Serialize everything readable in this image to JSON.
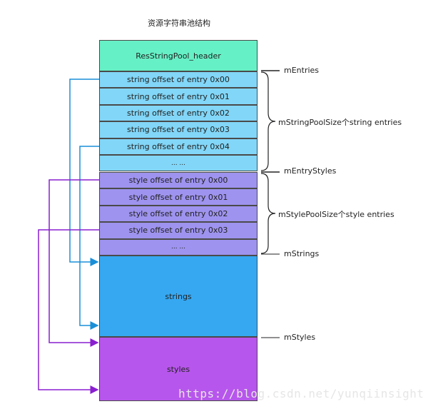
{
  "title": "资源字符串池结构",
  "blocks": {
    "header": "ResStringPool_header",
    "string_entries": [
      "string offset of entry 0x00",
      "string offset of entry 0x01",
      "string offset of entry 0x02",
      "string offset of entry 0x03",
      "string offset of entry 0x04",
      "... ..."
    ],
    "style_entries": [
      "style offset of entry 0x00",
      "style offset of entry 0x01",
      "style offset of entry 0x02",
      "style offset of entry 0x03",
      "... ..."
    ],
    "strings": "strings",
    "styles": "styles"
  },
  "labels": {
    "m_entries": "mEntries",
    "string_pool_size": "mStringPoolSize个string entries",
    "m_entry_styles": "mEntryStyles",
    "style_pool_size": "mStylePoolSize个style entries",
    "m_strings": "mStrings",
    "m_styles": "mStyles"
  },
  "watermark": "https://blog.csdn.net/yunqiinsight",
  "colors": {
    "header": "#66f0c5",
    "string_entry": "#82d6f7",
    "style_entry": "#9e93ee",
    "strings": "#36a8f2",
    "styles": "#b756ec",
    "arrow_blue": "#1a8fd8",
    "arrow_purple": "#8a1fd0"
  }
}
